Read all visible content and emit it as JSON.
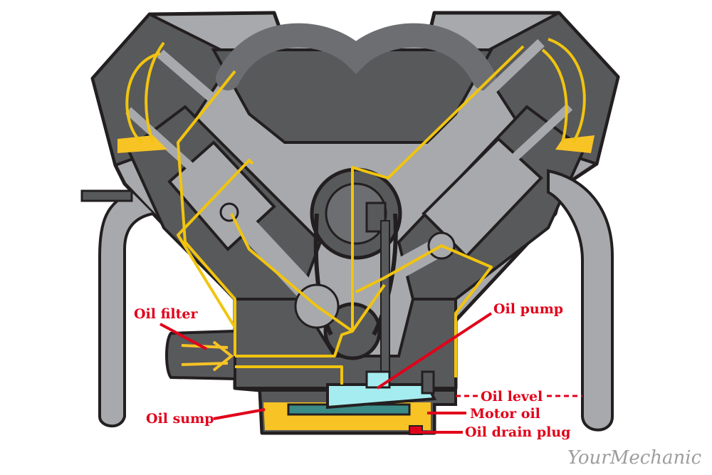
{
  "diagram": {
    "labels": {
      "oil_filter": "Oil filter",
      "oil_pump": "Oil pump",
      "oil_level": "Oil level",
      "oil_sump": "Oil sump",
      "motor_oil": "Motor oil",
      "oil_drain_plug": "Oil drain plug"
    },
    "watermark": "YourMechanic"
  },
  "colors": {
    "outline": "#231f20",
    "block_light": "#a7a9ac",
    "block_dark": "#58595b",
    "oil": "#f7c325",
    "oil_line": "#f1c40f",
    "pump": "#a5ecf0",
    "label": "#e1001a",
    "logo": "#9e9ea0"
  }
}
